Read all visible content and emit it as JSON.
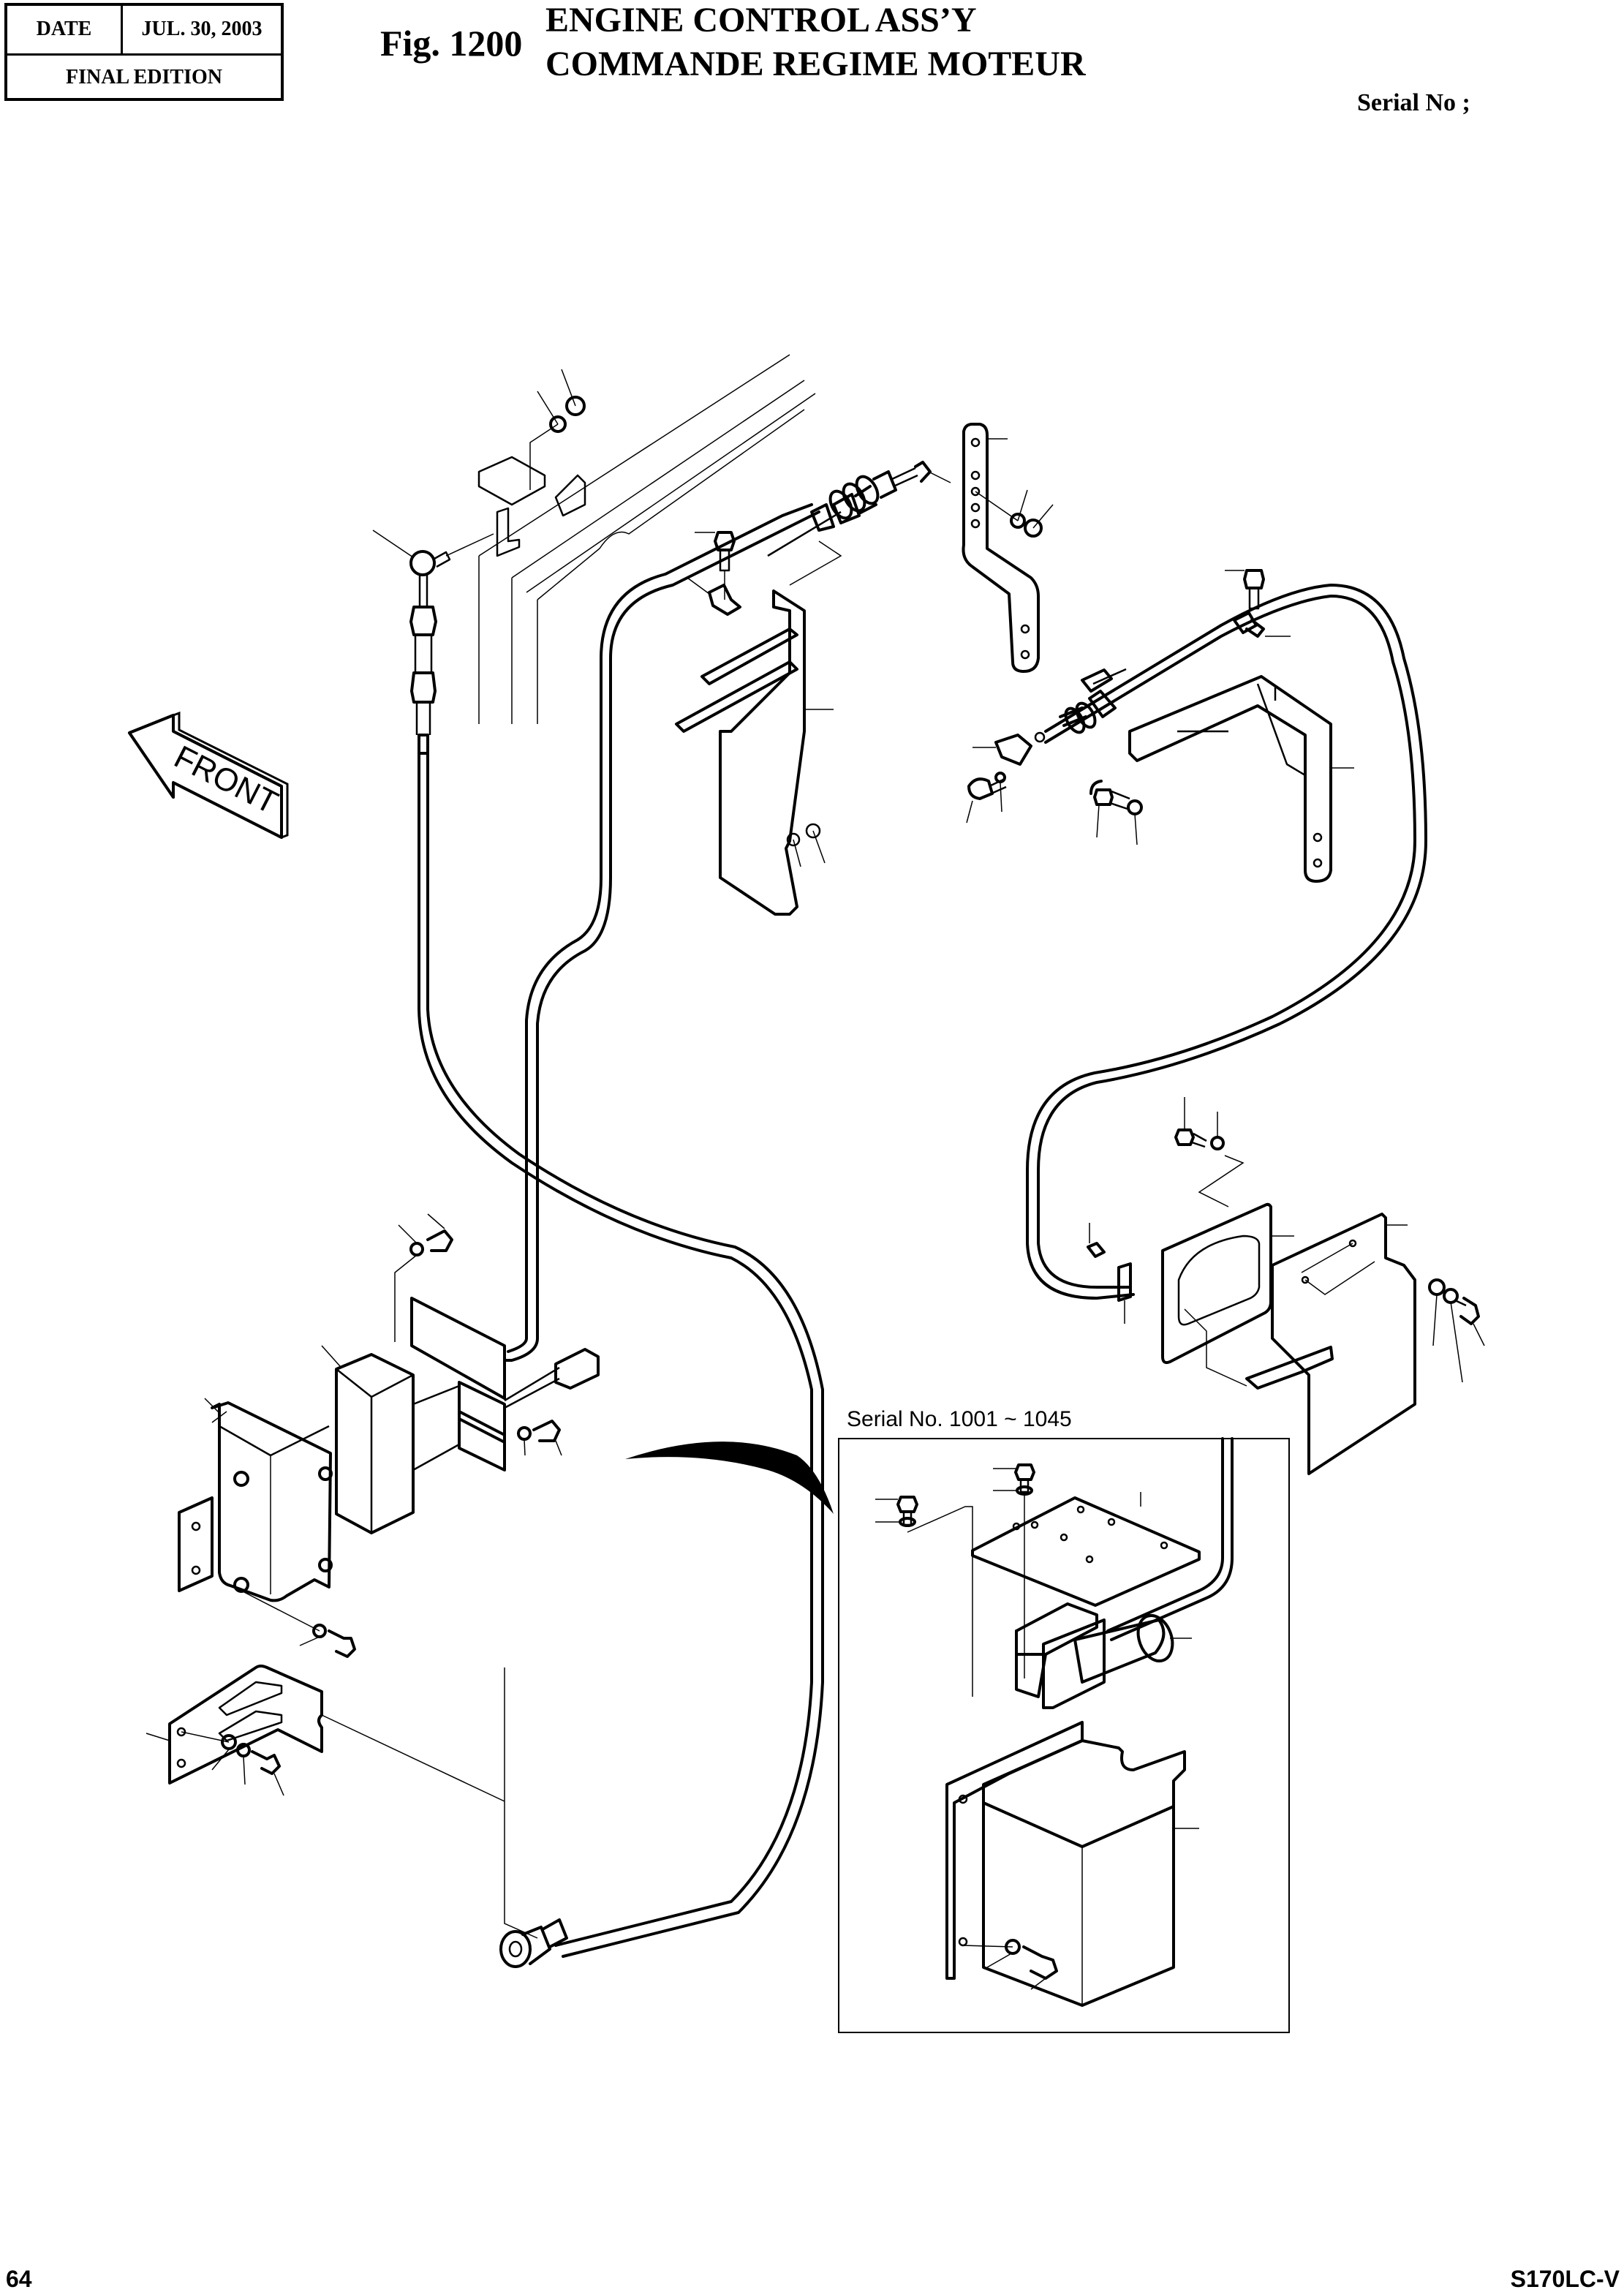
{
  "header": {
    "date_label": "DATE",
    "date_value": "JUL. 30, 2003",
    "edition": "FINAL EDITION",
    "figure_number": "Fig. 1200",
    "title_en": "ENGINE CONTROL ASS’Y",
    "title_fr": "COMMANDE REGIME MOTEUR",
    "serial_label": "Serial No ;"
  },
  "diagram": {
    "front_arrow_label": "FRONT",
    "inset_label": "Serial No. 1001 ~ 1045",
    "parts": [
      "cable-end-ball-joint",
      "throttle-cable",
      "cable-clamp",
      "lever-bracket",
      "governor-lever",
      "cable-support-bracket",
      "control-unit-box",
      "actuator-motor",
      "mounting-plate",
      "cover-bracket",
      "cable-knob",
      "bolts-washers-nuts"
    ]
  },
  "footer": {
    "page_number": "64",
    "model": "S170LC-V"
  }
}
